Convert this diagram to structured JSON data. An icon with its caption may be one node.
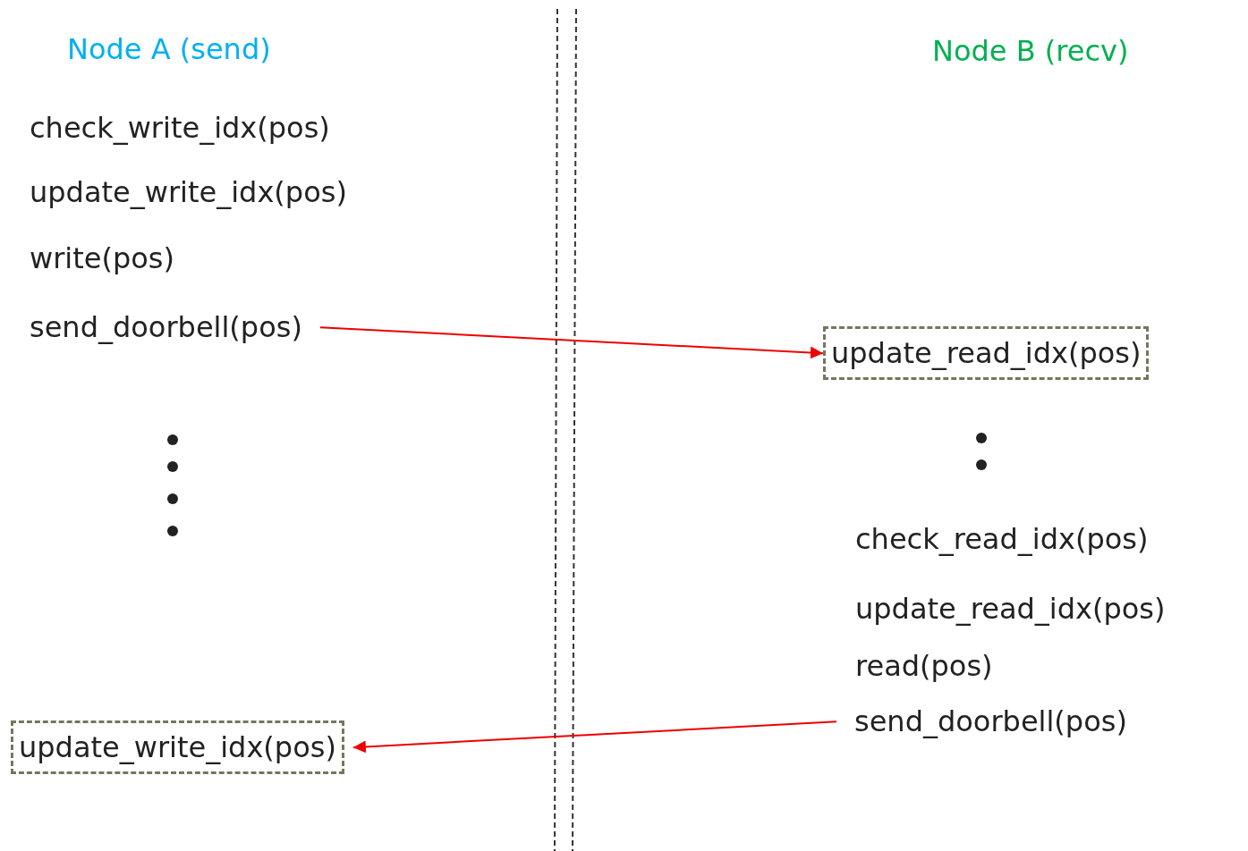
{
  "diagram": {
    "nodes": [
      {
        "text": [
          "send_doorbell(pos)"
        ]
      },
      {
        "text": [
          "update_read_idx(pos)"
        ]
      },
      {
        "text": [
          "send_doorbell(pos)"
        ]
      },
      {
        "text": [
          "update_write_idx(pos)"
        ]
      }
    ],
    "edges": [
      {
        "from": 0,
        "to": 1,
        "arrow": "to"
      },
      {
        "from": 2,
        "to": 3,
        "arrow": "to"
      }
    ],
    "labels": [
      "Node A (send)",
      "Node B (recv)",
      "check_write_idx(pos)",
      "update_write_idx(pos)",
      "write(pos)",
      "check_read_idx(pos)",
      "update_read_idx(pos)",
      "read(pos)"
    ]
  }
}
